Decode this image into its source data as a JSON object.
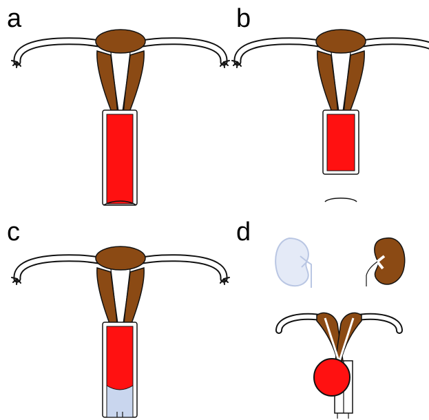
{
  "panels": [
    {
      "label": "a"
    },
    {
      "label": "b"
    },
    {
      "label": "c"
    },
    {
      "label": "d"
    }
  ],
  "colors": {
    "tube": "#ffffff",
    "stroke": "#111111",
    "muscle": "#8b4a14",
    "blood": "#ff1111",
    "fluid": "#c9d6ee",
    "ghost_kidney": "#e4eaf7",
    "ghost_stroke": "#b9c6e3",
    "kidney": "#8b4a14"
  }
}
